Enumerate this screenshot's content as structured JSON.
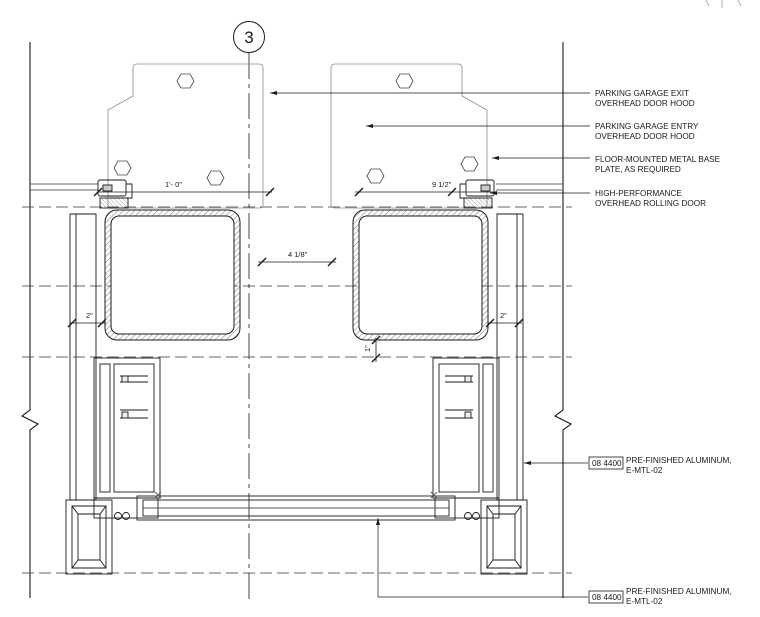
{
  "grid_bubble": "3",
  "notes": {
    "exit_hood_1": "PARKING GARAGE EXIT",
    "exit_hood_2": "OVERHEAD DOOR HOOD",
    "entry_hood_1": "PARKING GARAGE ENTRY",
    "entry_hood_2": "OVERHEAD DOOR HOOD",
    "base_plate_1": "FLOOR-MOUNTED METAL BASE",
    "base_plate_2": "PLATE, AS REQUIRED",
    "door_1": "HIGH-PERFORMANCE",
    "door_2": "OVERHEAD ROLLING DOOR"
  },
  "dimensions": {
    "left_top": "1'- 0\"",
    "right_top": "9 1/2\"",
    "center_gap": "4 1/8\"",
    "left_side": "2\"",
    "right_side": "2\"",
    "center_vertical": "1\""
  },
  "material_callouts": [
    {
      "tag": "08 4400",
      "line1": "PRE-FINISHED ALUMINUM,",
      "line2": "E-MTL-02"
    },
    {
      "tag": "08 4400",
      "line1": "PRE-FINISHED ALUMINUM,",
      "line2": "E-MTL-02"
    }
  ],
  "colors": {
    "line": "#1a1a1a",
    "light_line": "#8a8a8a",
    "hatch": "#6a6a6a"
  }
}
